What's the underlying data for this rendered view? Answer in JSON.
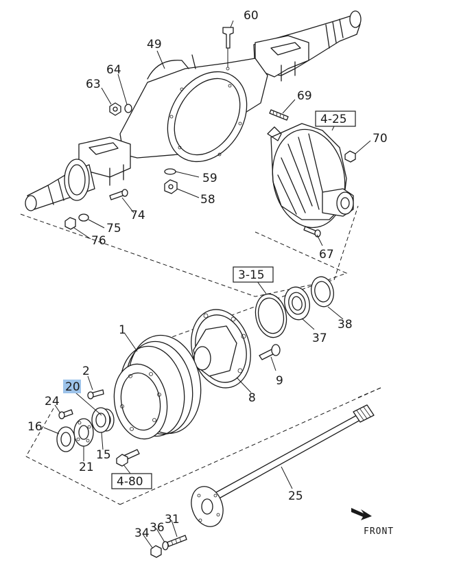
{
  "callouts": {
    "n1": "1",
    "n2": "2",
    "n8": "8",
    "n9": "9",
    "n15": "15",
    "n16": "16",
    "n20": "20",
    "n21": "21",
    "n24": "24",
    "n25": "25",
    "n31": "31",
    "n34": "34",
    "n36": "36",
    "n37": "37",
    "n38": "38",
    "n49": "49",
    "n58": "58",
    "n59": "59",
    "n60": "60",
    "n63": "63",
    "n64": "64",
    "n67": "67",
    "n69": "69",
    "n70": "70",
    "n74": "74",
    "n75": "75",
    "n76": "76"
  },
  "refs": {
    "r4_25": "4-25",
    "r3_15": "3-15",
    "r4_80": "4-80"
  },
  "highlight": {
    "color": "#9dc3ea",
    "part": "20"
  },
  "direction_label": "FRONT",
  "icons": {
    "direction": "front-arrow-icon"
  }
}
